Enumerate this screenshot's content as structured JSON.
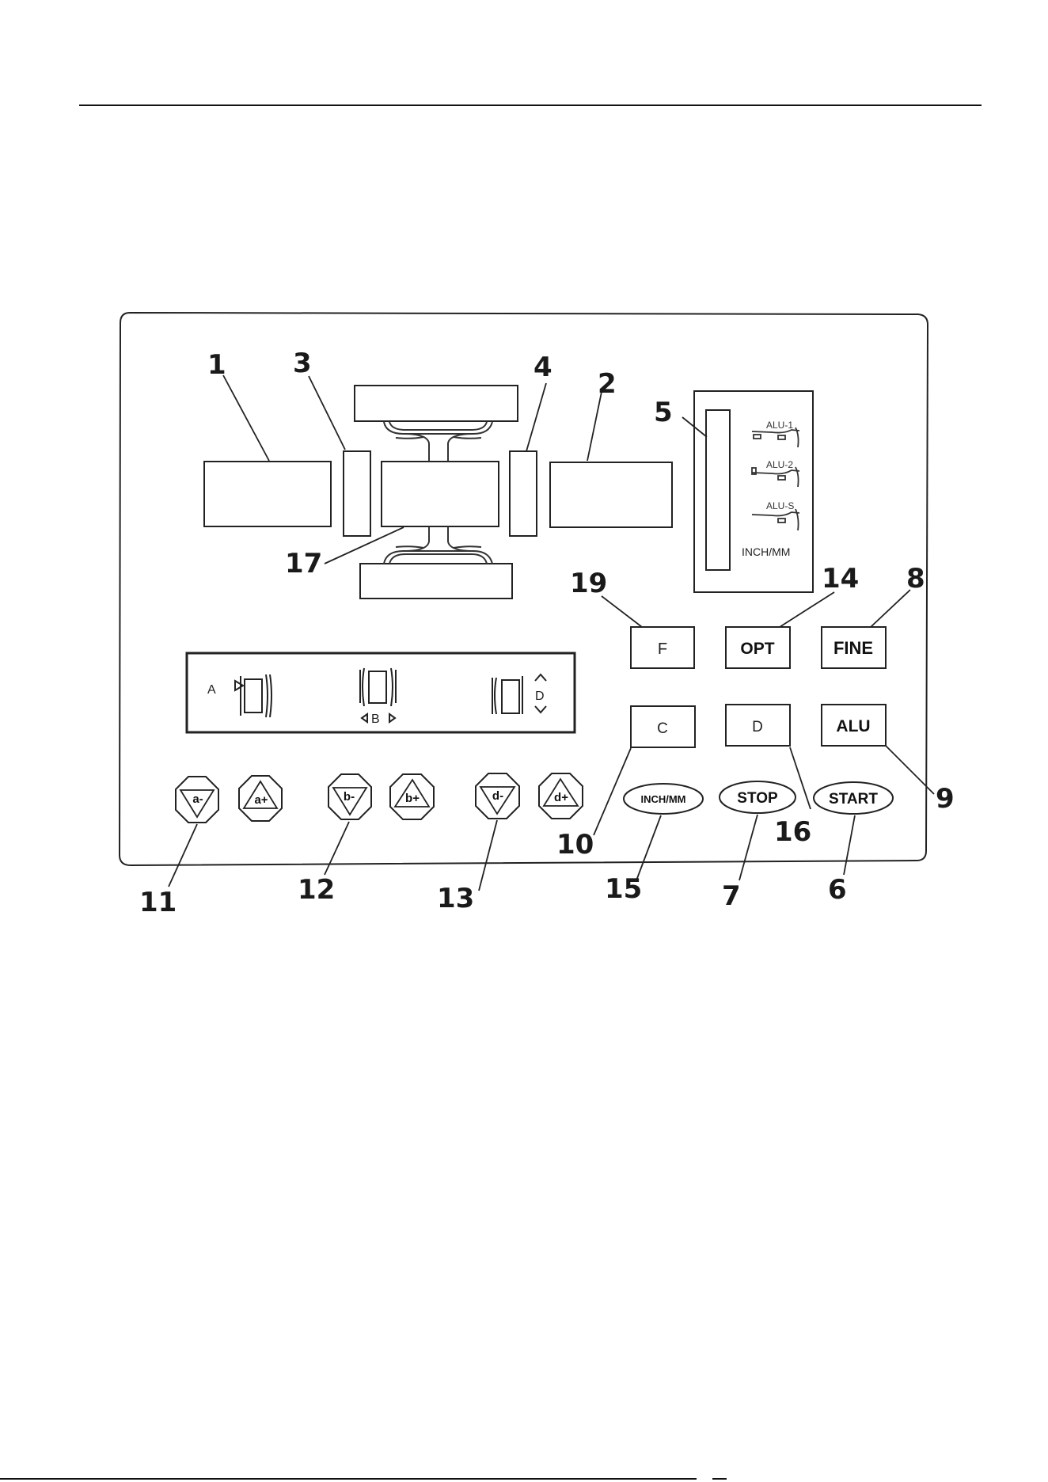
{
  "callouts": {
    "c1": "1",
    "c2": "2",
    "c3": "3",
    "c4": "4",
    "c5": "5",
    "c6": "6",
    "c7": "7",
    "c8": "8",
    "c9": "9",
    "c10": "10",
    "c11": "11",
    "c12": "12",
    "c13": "13",
    "c14": "14",
    "c15": "15",
    "c16": "16",
    "c17": "17",
    "c19": "19"
  },
  "alu_panel": {
    "alu1": "ALU-1",
    "alu2": "ALU-2",
    "alus": "ALU-S",
    "units": "INCH/MM"
  },
  "dimension_strip": {
    "a_label": "A",
    "b_label": "B",
    "d_label": "D"
  },
  "buttons": {
    "f": "F",
    "opt": "OPT",
    "fine": "FINE",
    "c": "C",
    "d": "D",
    "alu": "ALU",
    "a_minus": "a-",
    "a_plus": "a+",
    "b_minus": "b-",
    "b_plus": "b+",
    "d_minus": "d-",
    "d_plus": "d+",
    "inch_mm": "INCH/MM",
    "stop": "STOP",
    "start": "START"
  }
}
